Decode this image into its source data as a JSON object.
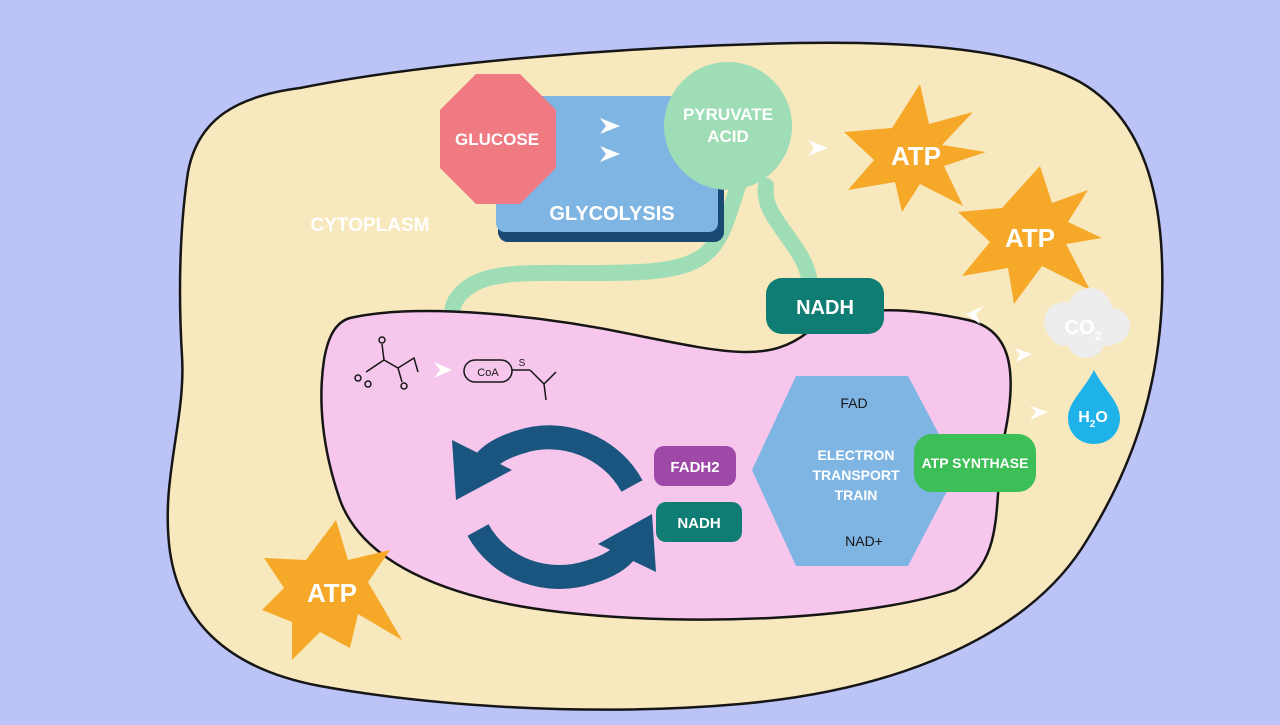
{
  "colors": {
    "background": "#bcc4f7",
    "cell": "#f8e8bd",
    "mitochondrion": "#f7c6ec",
    "glucose": "#ef7a82",
    "glycolysis": "#7fb5e3",
    "pyruvate": "#9fddb6",
    "pathway": "#9fddb6",
    "atp": "#f6a928",
    "nadh": "#0f7d73",
    "fadh2": "#9e49a8",
    "electron_transport": "#7fb5e3",
    "atp_synthase": "#3cbf57",
    "co2": "#ededed",
    "h2o": "#1fb2e9",
    "cycle_arrows": "#19557f",
    "outline": "#161616"
  },
  "labels": {
    "glucose": "GLUCOSE",
    "glycolysis": "GLYCOLYSIS",
    "pyruvate_line1": "PYRUVATE",
    "pyruvate_line2": "ACID",
    "cytoplasm": "CYTOPLASM",
    "atp_top": "ATP",
    "atp_right": "ATP",
    "atp_bottom": "ATP",
    "nadh_top": "NADH",
    "nadh_small": "NADH",
    "fadh2": "FADH2",
    "fad": "FAD",
    "etc_line1": "ELECTRON",
    "etc_line2": "TRANSPORT",
    "etc_line3": "TRAIN",
    "nad_plus": "NAD+",
    "atp_synthase": "ATP SYNTHASE",
    "co2_main": "CO",
    "co2_sub": "2",
    "h2o_h": "H",
    "h2o_sub": "2",
    "h2o_o": "O",
    "coa": "CoA",
    "sulfur": "S"
  },
  "icons": {
    "arrow": "chevron-arrow-icon",
    "cycle": "krebs-cycle-arrows-icon",
    "molecule": "pyruvate-molecule-icon"
  }
}
